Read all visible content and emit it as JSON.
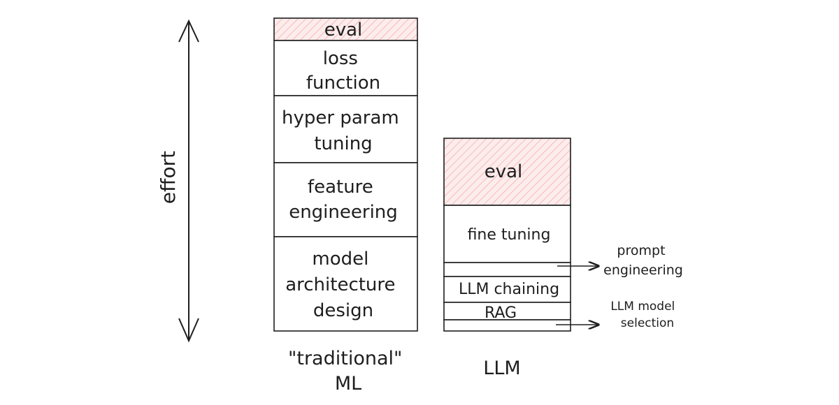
{
  "axis": {
    "label": "effort"
  },
  "traditional_ml": {
    "caption_lines": [
      "\"traditional\"",
      "ML"
    ],
    "segments": [
      {
        "lines": [
          "eval"
        ],
        "hatched": true
      },
      {
        "lines": [
          "loss",
          "function"
        ],
        "hatched": false
      },
      {
        "lines": [
          "hyper param",
          "tuning"
        ],
        "hatched": false
      },
      {
        "lines": [
          "feature",
          "engineering"
        ],
        "hatched": false
      },
      {
        "lines": [
          "model",
          "architecture",
          "design"
        ],
        "hatched": false
      }
    ]
  },
  "llm": {
    "caption_lines": [
      "LLM"
    ],
    "segments": [
      {
        "lines": [
          "eval"
        ],
        "hatched": true
      },
      {
        "lines": [
          "fine tuning"
        ],
        "hatched": false
      },
      {
        "lines": [
          ""
        ],
        "hatched": false
      },
      {
        "lines": [
          "LLM chaining"
        ],
        "hatched": false
      },
      {
        "lines": [
          "RAG"
        ],
        "hatched": false
      },
      {
        "lines": [
          ""
        ],
        "hatched": false
      }
    ],
    "callouts": [
      {
        "lines": [
          "prompt",
          "engineering"
        ]
      },
      {
        "lines": [
          "LLM model",
          "selection"
        ]
      }
    ]
  },
  "colors": {
    "stroke": "#1e1e1e",
    "hatch": "#f4a6a6",
    "hatch_bg": "#fdecec"
  }
}
